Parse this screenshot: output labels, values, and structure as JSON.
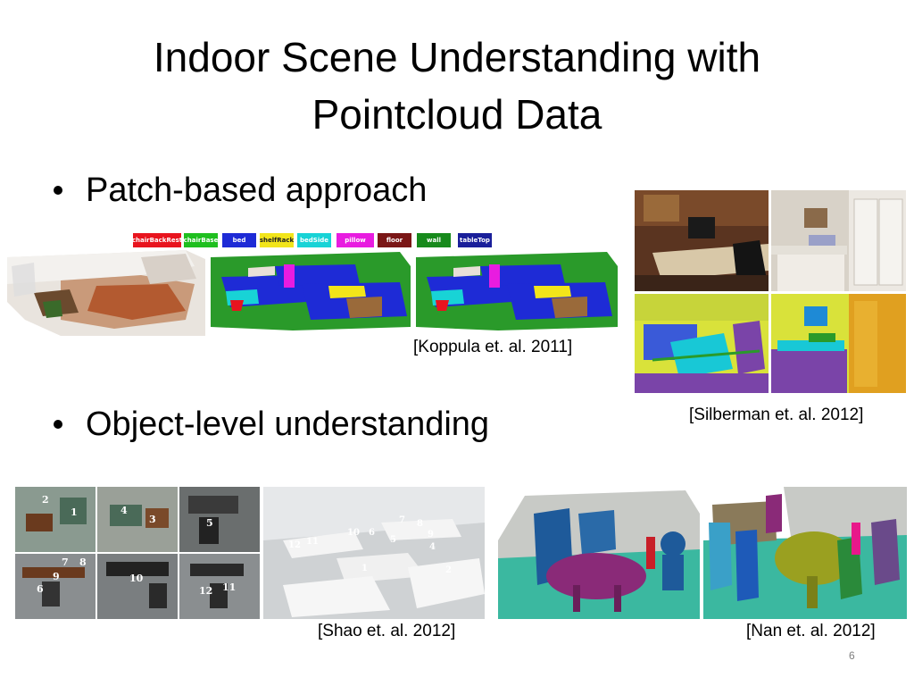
{
  "slide": {
    "title": "Indoor Scene Understanding with Pointcloud Data",
    "bullets": [
      "Patch-based approach",
      "Object-level understanding"
    ],
    "page_number": "6"
  },
  "citations": {
    "koppula": "[Koppula et. al. 2011]",
    "silberman": "[Silberman et. al. 2012]",
    "shao": "[Shao et. al. 2012]",
    "nan": "[Nan et. al. 2012]"
  },
  "koppula_legend": [
    {
      "label": "chairBackRest",
      "color": "#e8141e"
    },
    {
      "label": "chairBase",
      "color": "#1fbf1f"
    },
    {
      "label": "bed",
      "color": "#1e2bd6"
    },
    {
      "label": "shelfRack",
      "color": "#f2e51a"
    },
    {
      "label": "bedSide",
      "color": "#18d3d6"
    },
    {
      "label": "pillow",
      "color": "#e81ce0"
    },
    {
      "label": "floor",
      "color": "#7a1616"
    },
    {
      "label": "wall",
      "color": "#178a1c"
    },
    {
      "label": "tableTop",
      "color": "#1a1f9a"
    }
  ],
  "shao_labels": {
    "left": [
      "2",
      "1",
      "4",
      "3",
      "5",
      "7",
      "8",
      "9",
      "6",
      "10",
      "12",
      "11"
    ],
    "right": [
      "7",
      "8",
      "9",
      "10",
      "6",
      "5",
      "4",
      "12",
      "11",
      "1",
      "2"
    ]
  },
  "colors": {
    "text": "#000000",
    "page_number": "#7f7f7f",
    "scene_wall_green": "#2a9a2a",
    "scene_floor": "#9a5a3a",
    "segmentation_yellow": "#d9e23a",
    "segmentation_purple": "#7a44a8",
    "nan_floor": "#3bb8a0",
    "nan_table": "#8a2a78"
  }
}
